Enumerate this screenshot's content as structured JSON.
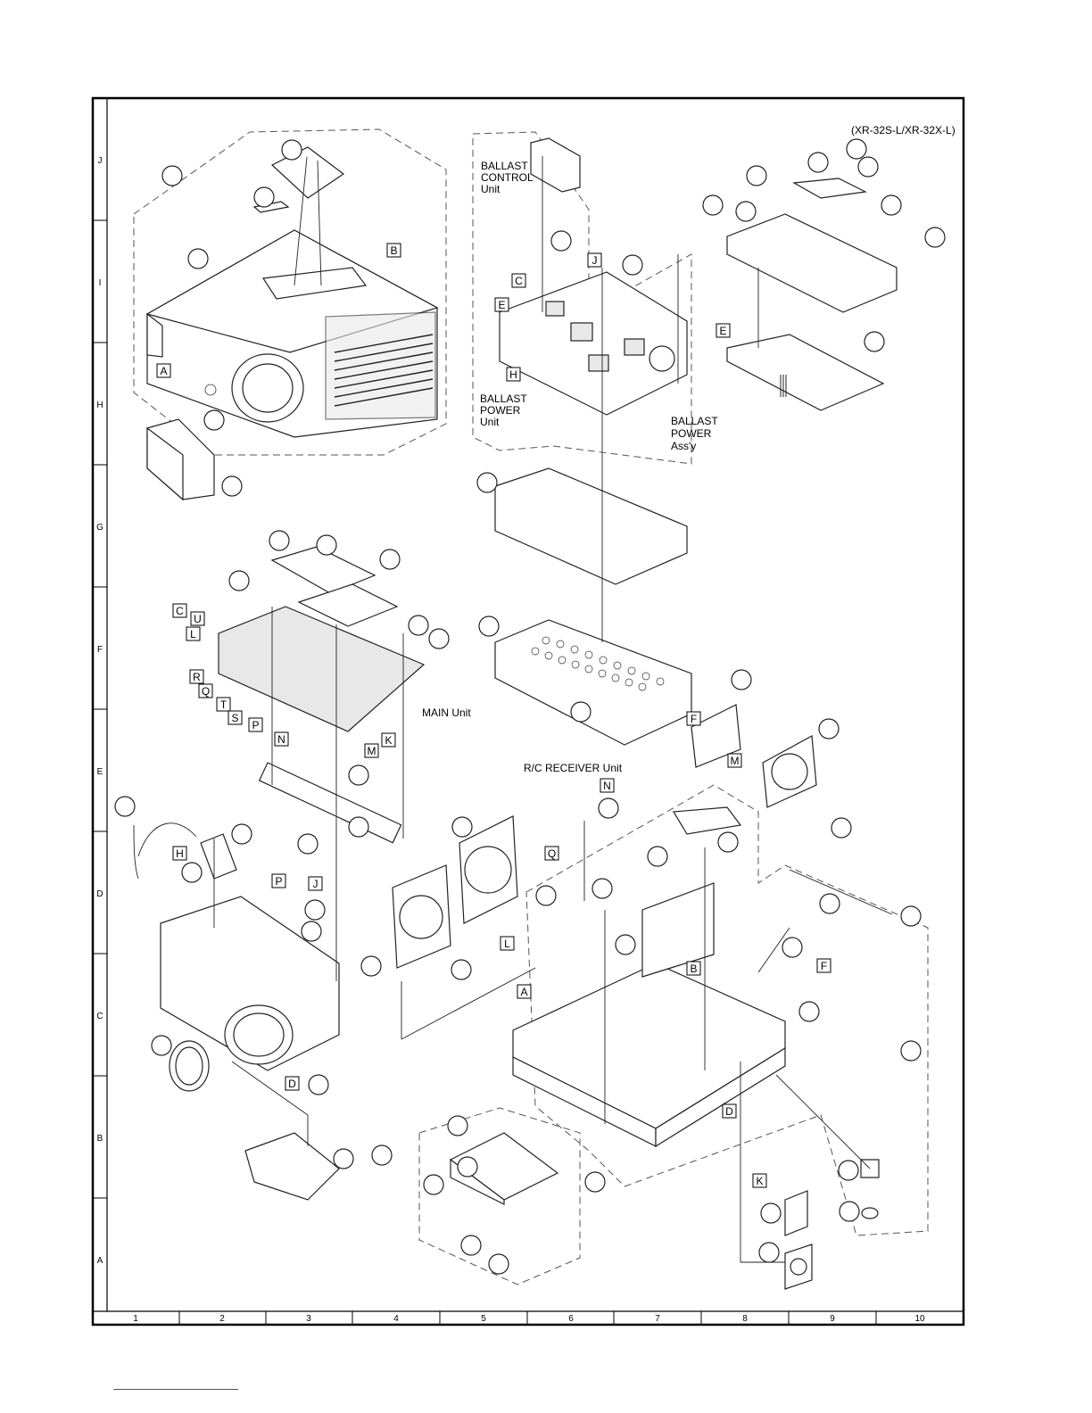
{
  "diagram": {
    "model_note": "(XR-32S-L/XR-32X-L)",
    "row_labels": [
      "J",
      "I",
      "H",
      "G",
      "F",
      "E",
      "D",
      "C",
      "B",
      "A"
    ],
    "column_labels": [
      "1",
      "2",
      "3",
      "4",
      "5",
      "6",
      "7",
      "8",
      "9",
      "10"
    ],
    "units": {
      "ballast_control": [
        "BALLAST",
        "CONTROL",
        "Unit"
      ],
      "ballast_power_unit": [
        "BALLAST",
        "POWER",
        "Unit"
      ],
      "ballast_power_assy": [
        "BALLAST",
        "POWER",
        "Ass'y"
      ],
      "main_unit": "MAIN Unit",
      "rc_receiver": "R/C RECEIVER Unit"
    },
    "connector_tags": {
      "top_cabinet_B": "B",
      "top_cabinet_A": "A",
      "ballast_C": "C",
      "ballast_E": "E",
      "ballast_J": "J",
      "ballast_H": "H",
      "shield_E": "E",
      "main_C": "C",
      "main_U": "U",
      "main_L": "L",
      "main_R": "R",
      "main_Q": "Q",
      "main_T": "T",
      "main_S": "S",
      "main_P": "P",
      "main_N": "N",
      "main_M": "M",
      "main_K": "K",
      "cage_F": "F",
      "fan_M": "M",
      "rc_N": "N",
      "optics_H": "H",
      "optics_P": "P",
      "optics_J": "J",
      "fan_Q": "Q",
      "sensor_L": "L",
      "bottom_A": "A",
      "bottom_B": "B",
      "bottom_F": "F",
      "optics_D": "D",
      "bottom_D": "D",
      "speaker_K": "K"
    }
  }
}
